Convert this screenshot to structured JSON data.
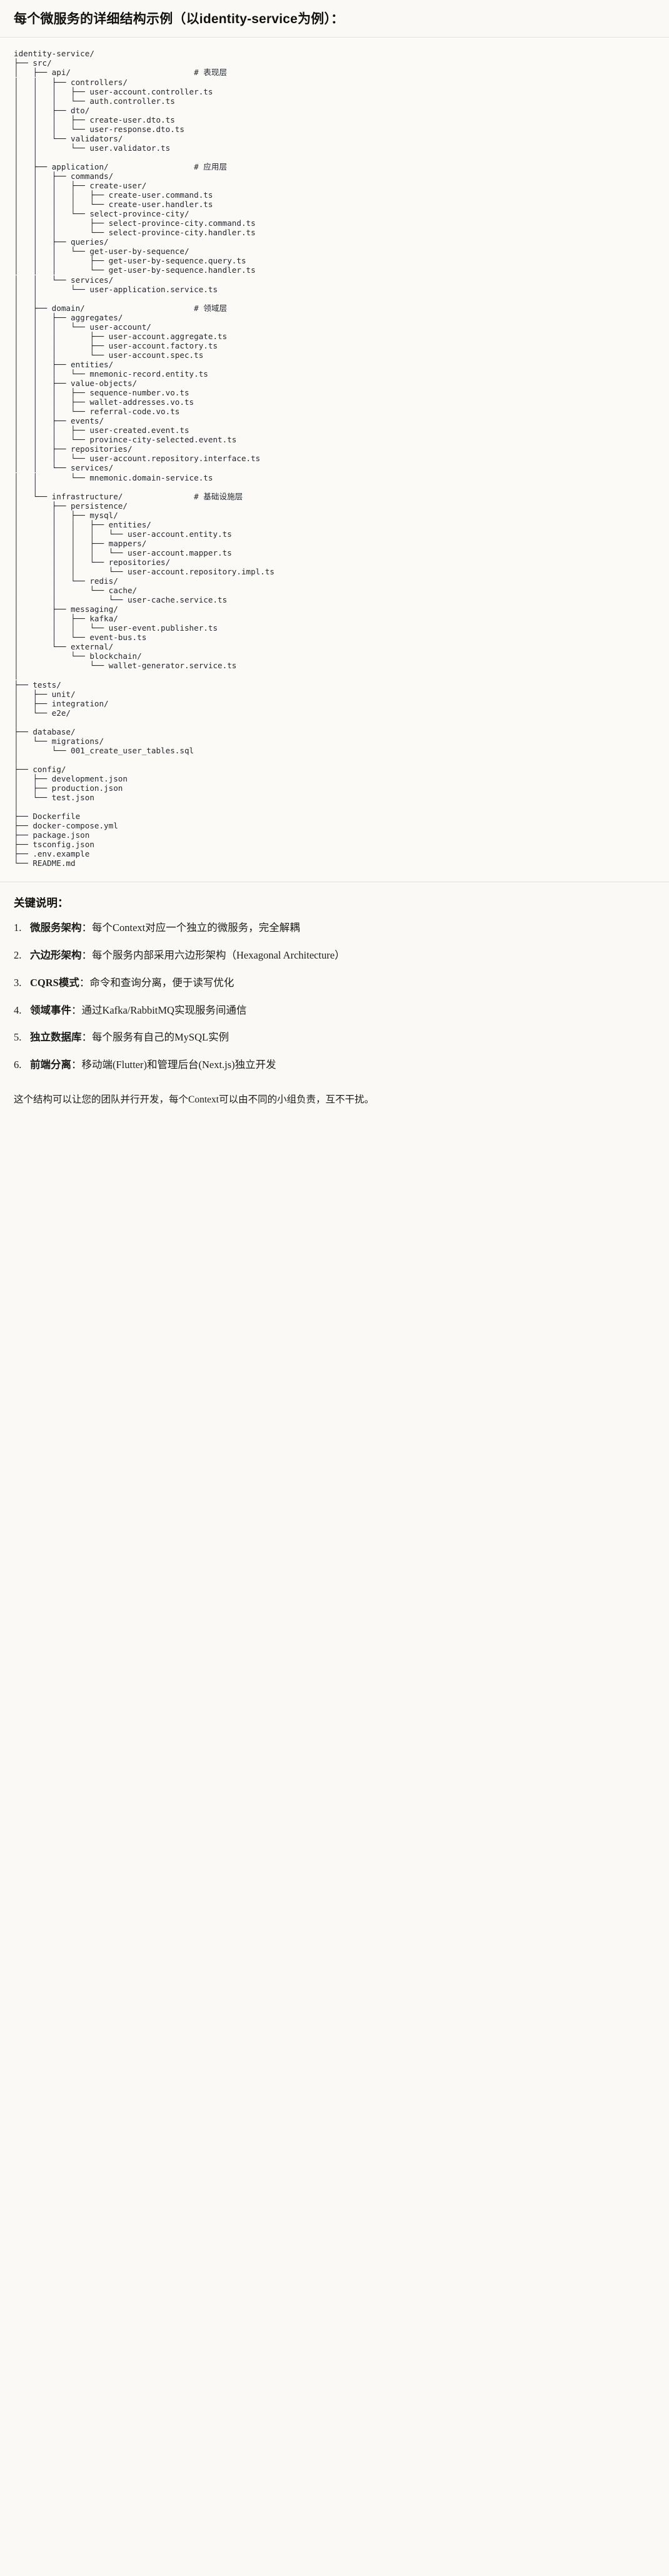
{
  "heading": "每个微服务的详细结构示例（以identity-service为例）：",
  "tree": {
    "root": "identity-service/",
    "lines": [
      "identity-service/",
      "├── src/",
      "│   ├── api/                          # 表现层",
      "│   │   ├── controllers/",
      "│   │   │   ├── user-account.controller.ts",
      "│   │   │   └── auth.controller.ts",
      "│   │   ├── dto/",
      "│   │   │   ├── create-user.dto.ts",
      "│   │   │   └── user-response.dto.ts",
      "│   │   └── validators/",
      "│   │       └── user.validator.ts",
      "│   │",
      "│   ├── application/                  # 应用层",
      "│   │   ├── commands/",
      "│   │   │   ├── create-user/",
      "│   │   │   │   ├── create-user.command.ts",
      "│   │   │   │   └── create-user.handler.ts",
      "│   │   │   └── select-province-city/",
      "│   │   │       ├── select-province-city.command.ts",
      "│   │   │       └── select-province-city.handler.ts",
      "│   │   ├── queries/",
      "│   │   │   └── get-user-by-sequence/",
      "│   │   │       ├── get-user-by-sequence.query.ts",
      "│   │   │       └── get-user-by-sequence.handler.ts",
      "│   │   └── services/",
      "│   │       └── user-application.service.ts",
      "│   │",
      "│   ├── domain/                       # 领域层",
      "│   │   ├── aggregates/",
      "│   │   │   └── user-account/",
      "│   │   │       ├── user-account.aggregate.ts",
      "│   │   │       ├── user-account.factory.ts",
      "│   │   │       └── user-account.spec.ts",
      "│   │   ├── entities/",
      "│   │   │   └── mnemonic-record.entity.ts",
      "│   │   ├── value-objects/",
      "│   │   │   ├── sequence-number.vo.ts",
      "│   │   │   ├── wallet-addresses.vo.ts",
      "│   │   │   └── referral-code.vo.ts",
      "│   │   ├── events/",
      "│   │   │   ├── user-created.event.ts",
      "│   │   │   └── province-city-selected.event.ts",
      "│   │   ├── repositories/",
      "│   │   │   └── user-account.repository.interface.ts",
      "│   │   └── services/",
      "│   │       └── mnemonic.domain-service.ts",
      "│   │",
      "│   └── infrastructure/               # 基础设施层",
      "│       ├── persistence/",
      "│       │   ├── mysql/",
      "│       │   │   ├── entities/",
      "│       │   │   │   └── user-account.entity.ts",
      "│       │   │   ├── mappers/",
      "│       │   │   │   └── user-account.mapper.ts",
      "│       │   │   └── repositories/",
      "│       │   │       └── user-account.repository.impl.ts",
      "│       │   └── redis/",
      "│       │       └── cache/",
      "│       │           └── user-cache.service.ts",
      "│       ├── messaging/",
      "│       │   ├── kafka/",
      "│       │   │   └── user-event.publisher.ts",
      "│       │   └── event-bus.ts",
      "│       └── external/",
      "│           └── blockchain/",
      "│               └── wallet-generator.service.ts",
      "│",
      "├── tests/",
      "│   ├── unit/",
      "│   ├── integration/",
      "│   └── e2e/",
      "│",
      "├── database/",
      "│   └── migrations/",
      "│       └── 001_create_user_tables.sql",
      "│",
      "├── config/",
      "│   ├── development.json",
      "│   ├── production.json",
      "│   └── test.json",
      "│",
      "├── Dockerfile",
      "├── docker-compose.yml",
      "├── package.json",
      "├── tsconfig.json",
      "├── .env.example",
      "└── README.md"
    ],
    "layer_comments": [
      "# 表现层",
      "# 应用层",
      "# 领域层",
      "# 基础设施层"
    ]
  },
  "keys": {
    "title": "关键说明：",
    "items": [
      {
        "term": "微服务架构",
        "sep": "：",
        "desc": "每个Context对应一个独立的微服务，完全解耦"
      },
      {
        "term": "六边形架构",
        "sep": "：",
        "desc": "每个服务内部采用六边形架构（Hexagonal Architecture）"
      },
      {
        "term": "CQRS模式",
        "sep": "：",
        "desc": "命令和查询分离，便于读写优化"
      },
      {
        "term": "领域事件",
        "sep": "：",
        "desc": "通过Kafka/RabbitMQ实现服务间通信"
      },
      {
        "term": "独立数据库",
        "sep": "：",
        "desc": "每个服务有自己的MySQL实例"
      },
      {
        "term": "前端分离",
        "sep": "：",
        "desc": "移动端(Flutter)和管理后台(Next.js)独立开发"
      }
    ],
    "closing": "这个结构可以让您的团队并行开发，每个Context可以由不同的小组负责，互不干扰。"
  }
}
